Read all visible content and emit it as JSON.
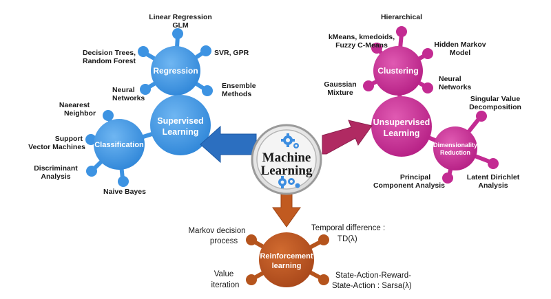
{
  "center": {
    "line1": "Machine",
    "line2": "Learning"
  },
  "colors": {
    "supervised": "#3d93e2",
    "unsupervised": "#c32b92",
    "reinforcement": "#b5541d",
    "arrow_blue": "#2c6fc0",
    "arrow_magenta": "#b02a62"
  },
  "supervised": {
    "main": {
      "line1": "Supervised",
      "line2": "Learning"
    },
    "regression": {
      "title": "Regression",
      "leaves": {
        "linear": {
          "line1": "Linear Regression",
          "line2": "GLM"
        },
        "svr": {
          "line1": "SVR, GPR"
        },
        "ensemble": {
          "line1": "Ensemble",
          "line2": "Methods"
        },
        "neural": {
          "line1": "Neural",
          "line2": "Networks"
        },
        "trees": {
          "line1": "Decision Trees,",
          "line2": "Random Forest"
        }
      }
    },
    "classification": {
      "title": "Classification",
      "leaves": {
        "neighbor": {
          "line1": "Naearest",
          "line2": "Neighbor"
        },
        "svm": {
          "line1": "Support",
          "line2": "Vector Machines"
        },
        "discriminant": {
          "line1": "Discriminant",
          "line2": "Analysis"
        },
        "bayes": {
          "line1": "Naive Bayes"
        }
      }
    }
  },
  "unsupervised": {
    "main": {
      "line1": "Unsupervised",
      "line2": "Learning"
    },
    "clustering": {
      "title": "Clustering",
      "leaves": {
        "hierarchical": {
          "line1": "Hierarchical"
        },
        "kmeans": {
          "line1": "kMeans, kmedoids,",
          "line2": "Fuzzy C-Means"
        },
        "hmm": {
          "line1": "Hidden Markov",
          "line2": "Model"
        },
        "gaussian": {
          "line1": "Gaussian",
          "line2": "Mixture"
        },
        "neural": {
          "line1": "Neural",
          "line2": "Networks"
        }
      }
    },
    "dimensionality": {
      "title": {
        "line1": "Dimensionality",
        "line2": "Reduction"
      },
      "leaves": {
        "svd": {
          "line1": "Singular Value",
          "line2": "Decomposition"
        },
        "lda": {
          "line1": "Latent Dirichlet",
          "line2": "Analysis"
        },
        "pca": {
          "line1": "Principal",
          "line2": "Component Analysis"
        }
      }
    }
  },
  "reinforcement": {
    "main": {
      "line1": "Reinforcement",
      "line2": "learning"
    },
    "leaves": {
      "mdp": {
        "line1": "Markov decision",
        "line2": "process"
      },
      "td": {
        "line1": "Temporal difference :",
        "line2": "TD(λ)"
      },
      "value": {
        "line1": "Value",
        "line2": "iteration"
      },
      "sarsa": {
        "line1": "State-Action-Reward-",
        "line2": "State-Action : Sarsa(λ)"
      }
    }
  }
}
